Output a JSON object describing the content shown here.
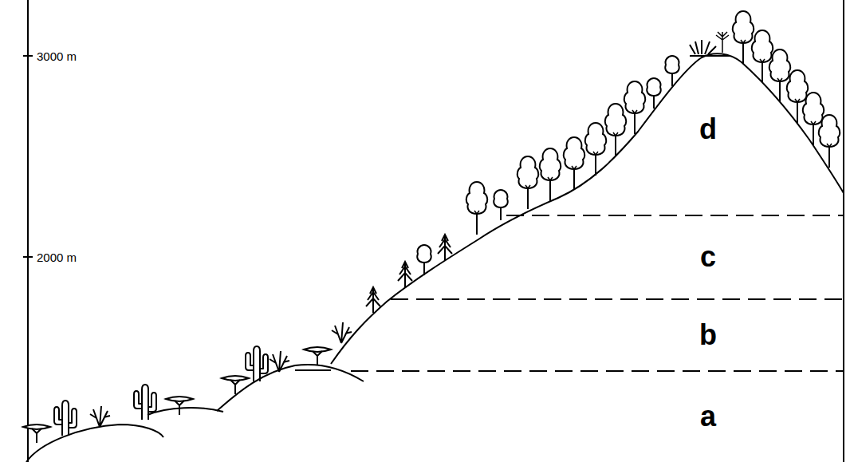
{
  "diagram": {
    "labels": [
      "3000 m",
      "2000 m",
      "d",
      "c",
      "b",
      "a"
    ]
  }
}
